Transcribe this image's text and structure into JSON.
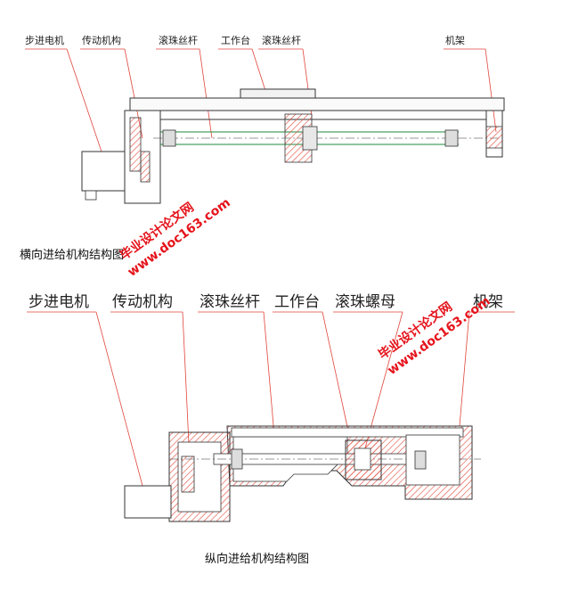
{
  "diagram_top": {
    "labels": {
      "motor": "步进电机",
      "transmission": "传动机构",
      "ballscrew_1": "滚珠丝杆",
      "worktable": "工作台",
      "ballscrew_2": "滚珠丝杆",
      "frame": "机架"
    },
    "caption": "横向进给机构结构图"
  },
  "diagram_bottom": {
    "labels": {
      "motor": "步进电机",
      "transmission": "传动机构",
      "ballscrew": "滚珠丝杆",
      "worktable": "工作台",
      "ballnut": "滚珠螺母",
      "frame": "机架"
    },
    "caption": "纵向进给机构结构图"
  },
  "watermarks": {
    "line_a": "毕业设计论文网",
    "line_b": "www.doc163.com"
  },
  "colors": {
    "outline": "#333333",
    "leader": "#e0443a",
    "hatch": "#e24a3c",
    "shaft": "#1e8a3a",
    "watermark": "#e5131b"
  }
}
